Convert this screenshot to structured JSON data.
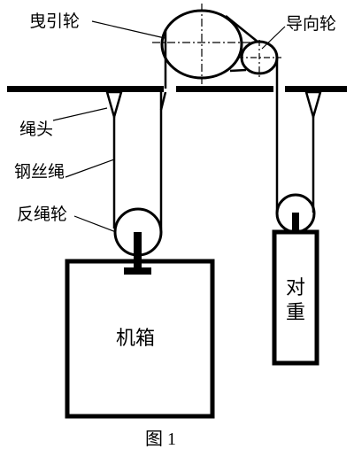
{
  "labels": {
    "traction_sheave": "曳引轮",
    "guide_sheave": "导向轮",
    "rope_head": "绳头",
    "wire_rope": "钢丝绳",
    "return_sheave": "反绳轮",
    "car": "机箱",
    "counterweight_line1": "对",
    "counterweight_line2": "重"
  },
  "caption": "图 1"
}
